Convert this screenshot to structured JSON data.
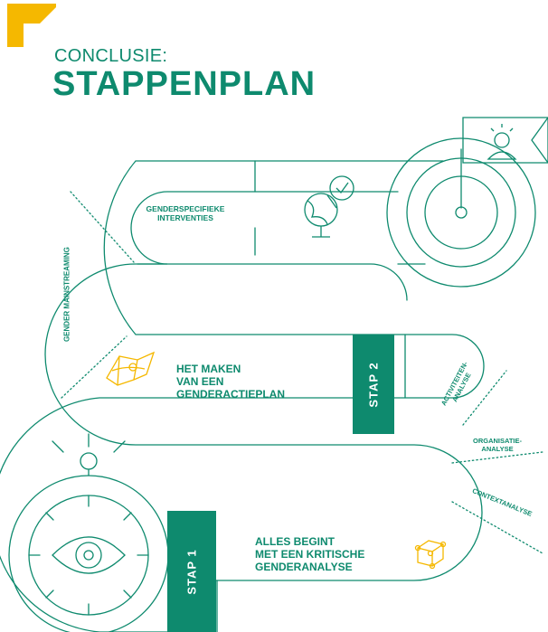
{
  "header": {
    "kicker": "CONCLUSIE:",
    "title": "STAPPENPLAN"
  },
  "road": {
    "genderspecifieke": "GENDERSPECIFIEKE\nINTERVENTIES",
    "gender_mainstreaming": "GENDER MAINSTREAMING",
    "step2_label": "STAP 2",
    "step2_text": "HET MAKEN\nVAN EEN\nGENDERACTIEPLAN",
    "activiteiten": "ACTIVITEITEN-\nANALYSE",
    "organisatie": "ORGANISATIE-\nANALYSE",
    "context": "CONTEXTANALYSE",
    "step1_label": "STAP 1",
    "step1_text": "ALLES BEGINT\nMET EEN KRITISCHE\nGENDERANALYSE"
  },
  "colors": {
    "brand_green": "#0e8a6e",
    "accent_yellow": "#f5b800"
  },
  "icons": [
    "corner-mark-icon",
    "globe-check-icon",
    "person-flag-icon",
    "eye-compass-icon",
    "map-icon",
    "cube-network-icon"
  ]
}
